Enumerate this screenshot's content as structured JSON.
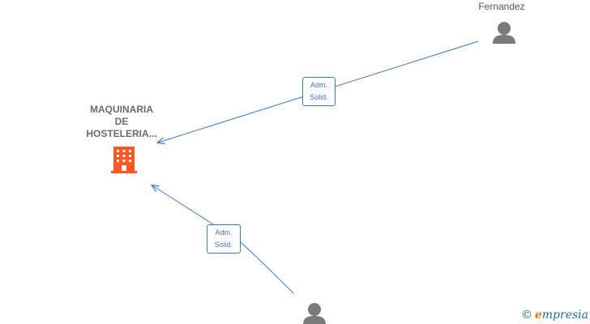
{
  "nodes": {
    "company": {
      "lines": [
        "MAQUINARIA",
        "DE",
        "HOSTELERIA..."
      ],
      "icon": "building-icon",
      "color": "#ff5722"
    },
    "person_top": {
      "label": "Fernandez",
      "icon": "person-icon"
    },
    "person_bottom": {
      "label": "",
      "icon": "person-icon"
    }
  },
  "edges": [
    {
      "from": "person_top",
      "to": "company",
      "label_lines": [
        "Adm.",
        "Solid."
      ]
    },
    {
      "from": "person_bottom",
      "to": "company",
      "label_lines": [
        "Adm.",
        "Solid."
      ]
    }
  ],
  "colors": {
    "edge": "#3a78c9",
    "person": "#7a7a7a",
    "label_text": "#6b6b6b"
  },
  "watermark": {
    "copyright": "©",
    "brand_initial": "e",
    "brand_rest": "mpresia"
  }
}
